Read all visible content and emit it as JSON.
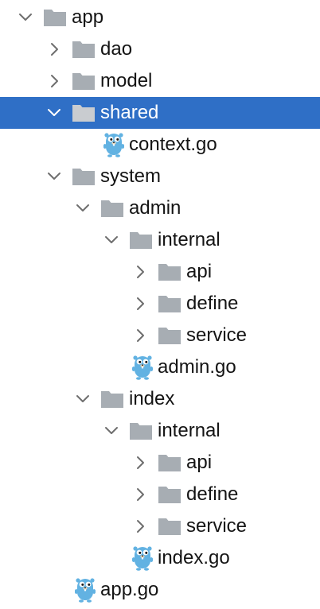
{
  "tree": [
    {
      "label": "app",
      "kind": "folder",
      "depth": 0,
      "expanded": true
    },
    {
      "label": "dao",
      "kind": "folder",
      "depth": 1,
      "expanded": false
    },
    {
      "label": "model",
      "kind": "folder",
      "depth": 1,
      "expanded": false
    },
    {
      "label": "shared",
      "kind": "folder",
      "depth": 1,
      "expanded": true,
      "selected": true
    },
    {
      "label": "context.go",
      "kind": "go-file",
      "depth": 2
    },
    {
      "label": "system",
      "kind": "folder",
      "depth": 1,
      "expanded": true
    },
    {
      "label": "admin",
      "kind": "folder",
      "depth": 2,
      "expanded": true
    },
    {
      "label": "internal",
      "kind": "folder",
      "depth": 3,
      "expanded": true
    },
    {
      "label": "api",
      "kind": "folder",
      "depth": 4,
      "expanded": false
    },
    {
      "label": "define",
      "kind": "folder",
      "depth": 4,
      "expanded": false
    },
    {
      "label": "service",
      "kind": "folder",
      "depth": 4,
      "expanded": false
    },
    {
      "label": "admin.go",
      "kind": "go-file",
      "depth": 3
    },
    {
      "label": "index",
      "kind": "folder",
      "depth": 2,
      "expanded": true
    },
    {
      "label": "internal",
      "kind": "folder",
      "depth": 3,
      "expanded": true
    },
    {
      "label": "api",
      "kind": "folder",
      "depth": 4,
      "expanded": false
    },
    {
      "label": "define",
      "kind": "folder",
      "depth": 4,
      "expanded": false
    },
    {
      "label": "service",
      "kind": "folder",
      "depth": 4,
      "expanded": false
    },
    {
      "label": "index.go",
      "kind": "go-file",
      "depth": 3
    },
    {
      "label": "app.go",
      "kind": "go-file",
      "depth": 1
    }
  ],
  "icons": {
    "folder": "folder-icon",
    "go_file": "go-gopher-icon",
    "expanded": "chevron-down-icon",
    "collapsed": "chevron-right-icon"
  },
  "colors": {
    "selection": "#2f6fc6",
    "folder": "#a7adb3",
    "gopher": "#62b2e2",
    "chevron": "#6e6e6e",
    "text": "#141414"
  }
}
